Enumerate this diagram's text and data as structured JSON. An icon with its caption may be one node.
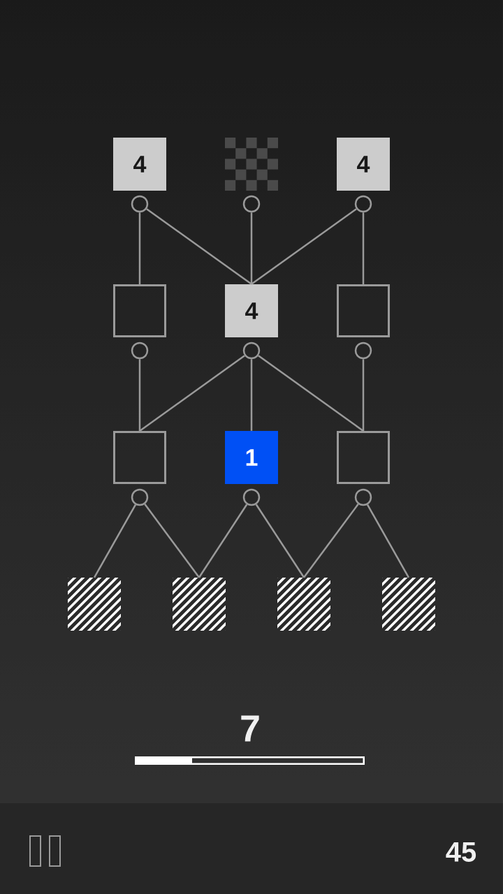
{
  "diagram": {
    "nodes": [
      {
        "text": [
          "4"
        ]
      },
      {
        "text": [],
        "shape": "picture"
      },
      {
        "text": [
          "4"
        ]
      },
      {
        "text": [],
        "shape": "circle"
      },
      {
        "text": [],
        "shape": "circle"
      },
      {
        "text": [],
        "shape": "circle"
      },
      {
        "text": [],
        "shape": "box"
      },
      {
        "text": [
          "4"
        ]
      },
      {
        "text": [],
        "shape": "box"
      },
      {
        "text": [],
        "shape": "circle"
      },
      {
        "text": [],
        "shape": "circle"
      },
      {
        "text": [],
        "shape": "circle"
      },
      {
        "text": [],
        "shape": "box"
      },
      {
        "text": [
          "1"
        ]
      },
      {
        "text": [],
        "shape": "box"
      },
      {
        "text": [],
        "shape": "circle"
      },
      {
        "text": [],
        "shape": "circle"
      },
      {
        "text": [],
        "shape": "circle"
      },
      {
        "text": [],
        "shape": "box"
      },
      {
        "text": [],
        "shape": "box"
      },
      {
        "text": [],
        "shape": "box"
      },
      {
        "text": [],
        "shape": "box"
      }
    ],
    "edges": [
      {
        "from": 3,
        "to": 6,
        "arrow": "none"
      },
      {
        "from": 3,
        "to": 7,
        "arrow": "none"
      },
      {
        "from": 4,
        "to": 7,
        "arrow": "none"
      },
      {
        "from": 5,
        "to": 7,
        "arrow": "none"
      },
      {
        "from": 5,
        "to": 8,
        "arrow": "none"
      },
      {
        "from": 9,
        "to": 12,
        "arrow": "none"
      },
      {
        "from": 10,
        "to": 12,
        "arrow": "none"
      },
      {
        "from": 10,
        "to": 13,
        "arrow": "none"
      },
      {
        "from": 10,
        "to": 14,
        "arrow": "none"
      },
      {
        "from": 11,
        "to": 14,
        "arrow": "none"
      },
      {
        "from": 15,
        "to": 18,
        "arrow": "none"
      },
      {
        "from": 15,
        "to": 19,
        "arrow": "none"
      },
      {
        "from": 16,
        "to": 19,
        "arrow": "none"
      },
      {
        "from": 16,
        "to": 20,
        "arrow": "none"
      },
      {
        "from": 17,
        "to": 20,
        "arrow": "none"
      },
      {
        "from": 17,
        "to": 21,
        "arrow": "none"
      }
    ],
    "labels": [
      "7",
      "45"
    ]
  }
}
